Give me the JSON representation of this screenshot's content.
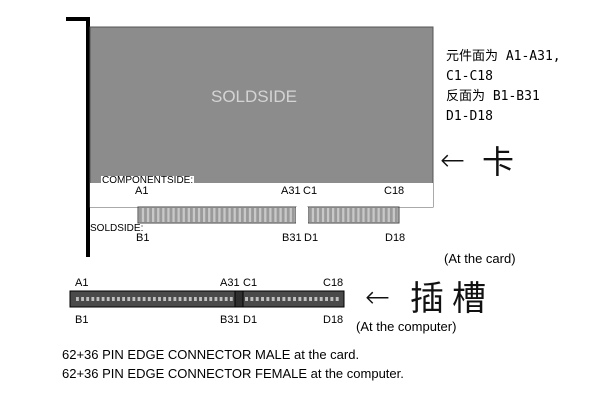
{
  "card": {
    "title": "SOLDSIDE",
    "component_side_label": "COMPONENTSIDE:",
    "sold_side_label": "SOLDSIDE:",
    "top_pin_labels": [
      "A1",
      "A31",
      "C1",
      "C18"
    ],
    "bottom_pin_labels": [
      "B1",
      "B31",
      "D1",
      "D18"
    ],
    "arrow": "←",
    "handwritten": "卡",
    "caption": "(At the card)"
  },
  "note": {
    "lines": [
      "元件面为 A1-A31,",
      "C1-C18",
      "反面为 B1-B31",
      "D1-D18"
    ]
  },
  "slot": {
    "top_pin_labels": [
      "A1",
      "A31",
      "C1",
      "C18"
    ],
    "bottom_pin_labels": [
      "B1",
      "B31",
      "D1",
      "D18"
    ],
    "arrow": "←",
    "handwritten": "插槽",
    "caption": "(At the computer)"
  },
  "footer": {
    "line1": "62+36 PIN EDGE CONNECTOR MALE at the card.",
    "line2": "62+36 PIN EDGE CONNECTOR FEMALE at the computer."
  },
  "colors": {
    "board": "#8c8c8c",
    "bracket": "#000000",
    "pins": "#9a9a9a",
    "slot_body": "#4a4a4a",
    "board_text": "#d4d4d4"
  }
}
